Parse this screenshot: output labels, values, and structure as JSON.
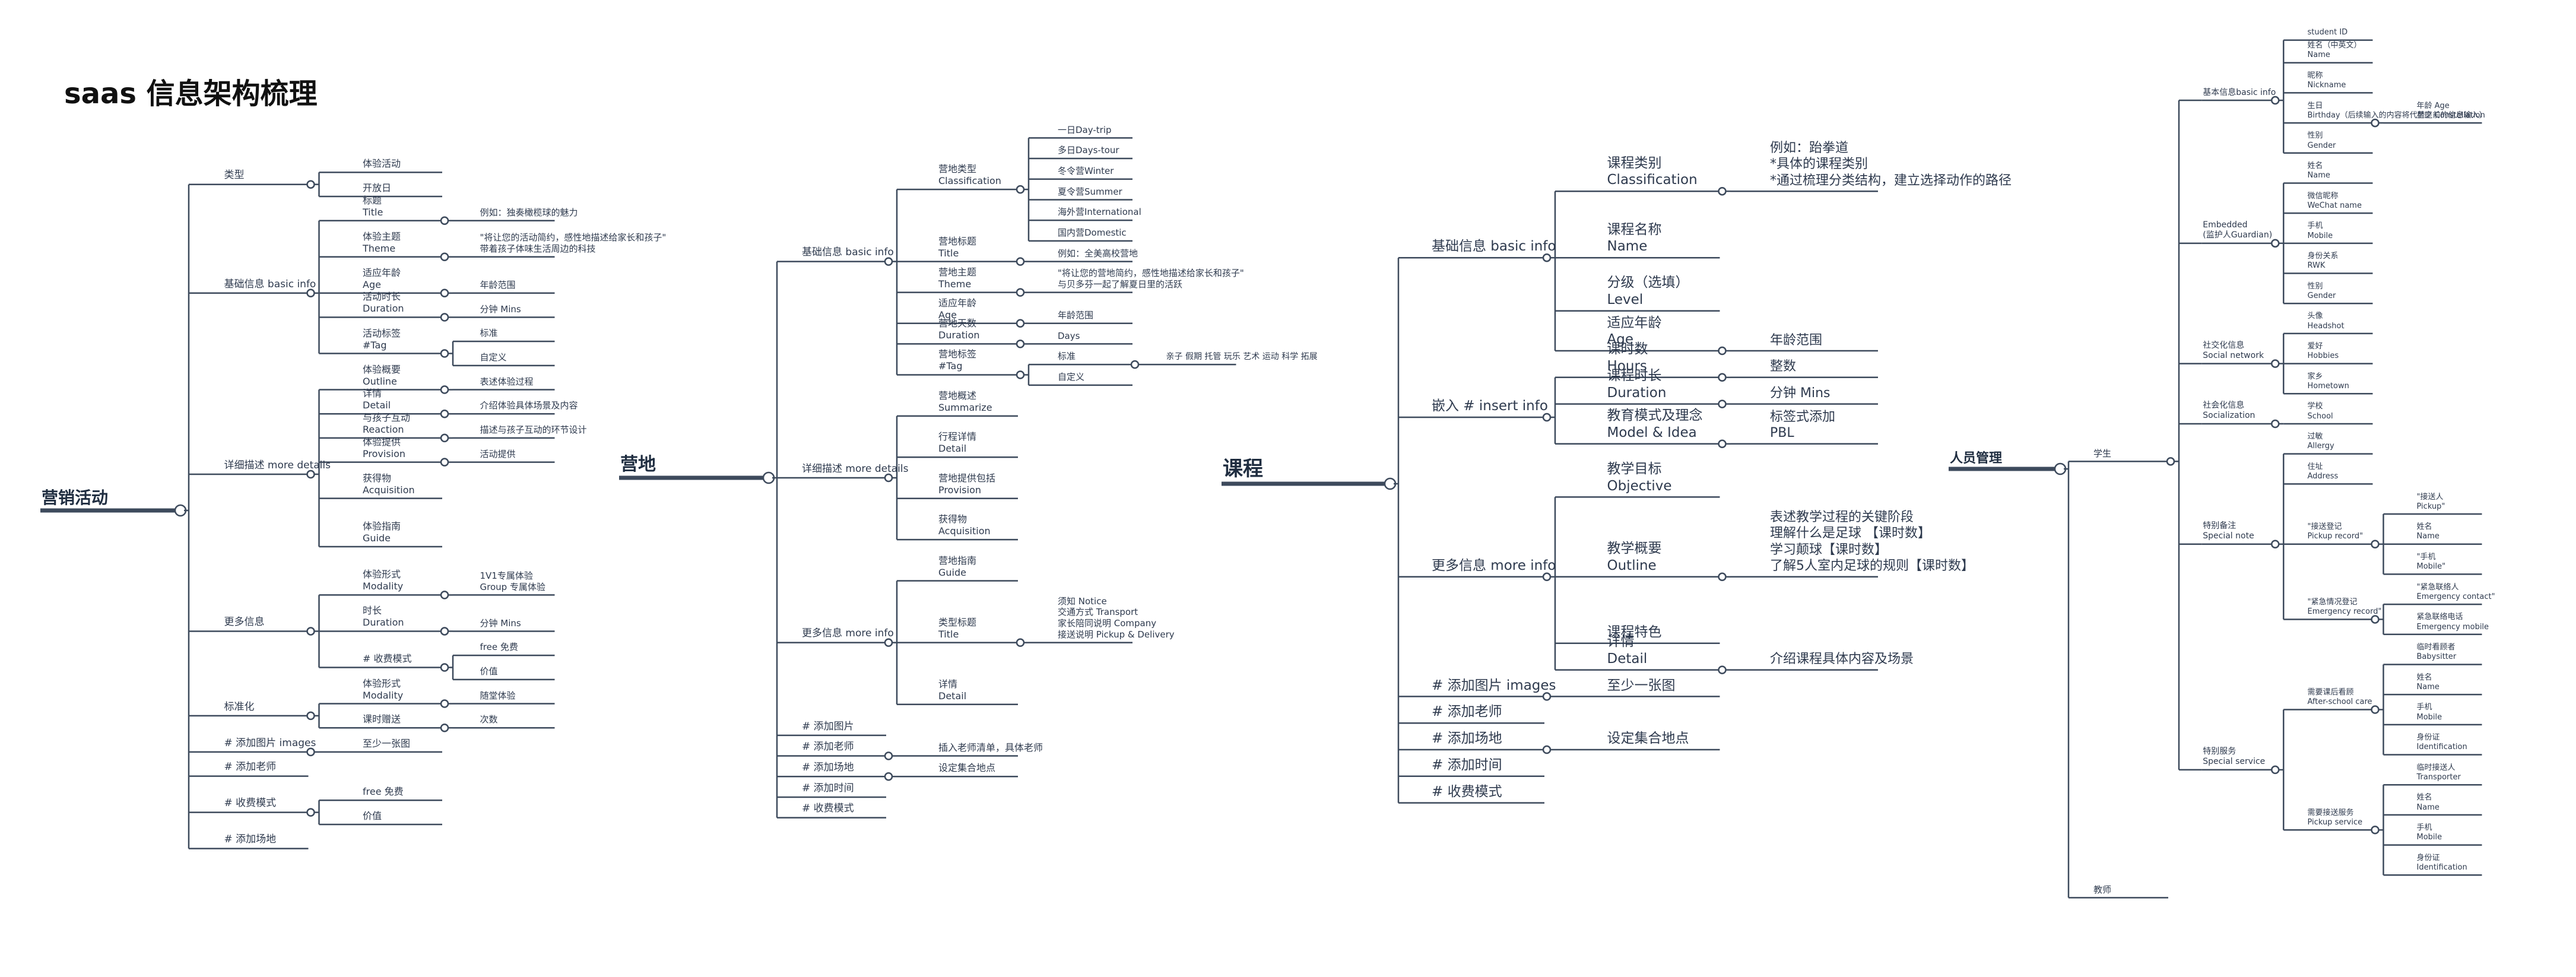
{
  "title": "saas 信息架构梳理",
  "colors": {
    "text": "#2e3a4e",
    "line": "#3d4a5c",
    "title": "#111111"
  },
  "maps": [
    {
      "name": "marketing",
      "root": "营销活动",
      "branches": [
        {
          "label": "类型",
          "children": [
            {
              "label": "体验活动"
            },
            {
              "label": "开放日"
            }
          ]
        },
        {
          "label": "基础信息 basic info",
          "children": [
            {
              "label": "标题\nTitle",
              "children": [
                {
                  "label": "例如：独奏橄榄球的魅力"
                }
              ]
            },
            {
              "label": "体验主题\nTheme",
              "children": [
                {
                  "label": "\"将让您的活动简约，感性地描述给家长和孩子\"\n带着孩子体味生活周边的科技"
                }
              ]
            },
            {
              "label": "适应年龄\nAge",
              "children": [
                {
                  "label": "年龄范围"
                }
              ]
            },
            {
              "label": "活动时长\nDuration",
              "children": [
                {
                  "label": "分钟 Mins"
                }
              ]
            },
            {
              "label": "活动标签\n#Tag",
              "children": [
                {
                  "label": "标准"
                },
                {
                  "label": "自定义"
                }
              ]
            }
          ]
        },
        {
          "label": "详细描述 more details",
          "children": [
            {
              "label": "体验概要\nOutline",
              "children": [
                {
                  "label": "表述体验过程"
                }
              ]
            },
            {
              "label": "详情\nDetail",
              "children": [
                {
                  "label": "介绍体验具体场景及内容"
                }
              ]
            },
            {
              "label": "与孩子互动\nReaction",
              "children": [
                {
                  "label": "描述与孩子互动的环节设计"
                }
              ]
            },
            {
              "label": "体验提供\nProvision",
              "children": [
                {
                  "label": "活动提供"
                }
              ]
            },
            {
              "label": "获得物\nAcquisition"
            },
            {
              "label": "体验指南\nGuide"
            }
          ]
        },
        {
          "label": "更多信息",
          "children": [
            {
              "label": "体验形式\nModality",
              "children": [
                {
                  "label": "1V1专属体验\nGroup 专属体验"
                }
              ]
            },
            {
              "label": "时长\nDuration",
              "children": [
                {
                  "label": "分钟 Mins"
                }
              ]
            },
            {
              "label": "# 收费模式",
              "children": [
                {
                  "label": "free 免费"
                },
                {
                  "label": "价值"
                }
              ]
            }
          ]
        },
        {
          "label": "标准化",
          "children": [
            {
              "label": "体验形式\nModality",
              "children": [
                {
                  "label": "随堂体验"
                }
              ]
            },
            {
              "label": "课时赠送",
              "children": [
                {
                  "label": "次数"
                }
              ]
            }
          ]
        },
        {
          "label": "# 添加图片 images",
          "children": [
            {
              "label": "至少一张图"
            }
          ]
        },
        {
          "label": "# 添加老师"
        },
        {
          "label": "# 收费模式",
          "children": [
            {
              "label": "free 免费"
            },
            {
              "label": "价值"
            }
          ]
        },
        {
          "label": "# 添加场地"
        }
      ]
    },
    {
      "name": "camp",
      "root": "营地",
      "branches": [
        {
          "label": "基础信息 basic info",
          "children": [
            {
              "label": "营地类型\nClassification",
              "children": [
                {
                  "label": "一日Day-trip"
                },
                {
                  "label": "多日Days-tour"
                },
                {
                  "label": "冬令营Winter"
                },
                {
                  "label": "夏令营Summer"
                },
                {
                  "label": "海外营International"
                },
                {
                  "label": "国内营Domestic"
                }
              ]
            },
            {
              "label": "营地标题\nTitle",
              "children": [
                {
                  "label": "例如：全美高校营地"
                }
              ]
            },
            {
              "label": "营地主题\nTheme",
              "children": [
                {
                  "label": "\"将让您的营地简约，感性地描述给家长和孩子\"\n与贝多芬一起了解夏日里的活跃"
                }
              ]
            },
            {
              "label": "适应年龄\nAge",
              "children": [
                {
                  "label": "年龄范围"
                }
              ]
            },
            {
              "label": "营地天数\nDuration",
              "children": [
                {
                  "label": "Days"
                }
              ]
            },
            {
              "label": "营地标签\n#Tag",
              "children": [
                {
                  "label": "标准",
                  "children": [
                    {
                      "label": "亲子 假期 托管 玩乐 艺术 运动 科学 拓展"
                    }
                  ]
                },
                {
                  "label": "自定义"
                }
              ]
            }
          ]
        },
        {
          "label": "详细描述 more details",
          "children": [
            {
              "label": "营地概述\nSummarize"
            },
            {
              "label": "行程详情\nDetail"
            },
            {
              "label": "营地提供包括\nProvision"
            },
            {
              "label": "获得物\nAcquisition"
            }
          ]
        },
        {
          "label": "更多信息 more info",
          "children": [
            {
              "label": "营地指南\nGuide"
            },
            {
              "label": "类型标题\nTitle",
              "children": [
                {
                  "label": "须知 Notice\n交通方式 Transport\n家长陪同说明 Company\n接送说明 Pickup & Delivery"
                }
              ]
            },
            {
              "label": "详情\nDetail"
            }
          ]
        },
        {
          "label": "# 添加图片"
        },
        {
          "label": "# 添加老师",
          "children": [
            {
              "label": "插入老师清单，具体老师"
            }
          ]
        },
        {
          "label": "# 添加场地",
          "children": [
            {
              "label": "设定集合地点"
            }
          ]
        },
        {
          "label": "# 添加时间"
        },
        {
          "label": "# 收费模式"
        }
      ]
    },
    {
      "name": "course",
      "root": "课程",
      "branches": [
        {
          "label": "基础信息 basic info",
          "children": [
            {
              "label": "课程类别\nClassification",
              "children": [
                {
                  "label": "例如：跆拳道\n*具体的课程类别\n*通过梳理分类结构，建立选择动作的路径"
                }
              ]
            },
            {
              "label": "课程名称\nName"
            },
            {
              "label": "分级（选填）\nLevel"
            },
            {
              "label": "适应年龄\nAge",
              "children": [
                {
                  "label": "年龄范围"
                }
              ]
            }
          ]
        },
        {
          "label": "嵌入 # insert info",
          "children": [
            {
              "label": "课时数\nHours",
              "children": [
                {
                  "label": "整数"
                }
              ]
            },
            {
              "label": "课程时长\nDuration",
              "children": [
                {
                  "label": "分钟 Mins"
                }
              ]
            },
            {
              "label": "教育模式及理念\nModel & Idea",
              "children": [
                {
                  "label": "标签式添加\nPBL"
                }
              ]
            }
          ]
        },
        {
          "label": "更多信息 more info",
          "children": [
            {
              "label": "教学目标\nObjective"
            },
            {
              "label": "教学概要\nOutline",
              "children": [
                {
                  "label": "表述教学过程的关键阶段\n理解什么是足球 【课时数】\n学习颠球【课时数】\n了解5人室内足球的规则【课时数】"
                }
              ]
            },
            {
              "label": "课程特色"
            },
            {
              "label": "详情\nDetail",
              "children": [
                {
                  "label": "介绍课程具体内容及场景"
                }
              ]
            }
          ]
        },
        {
          "label": "# 添加图片 images",
          "children": [
            {
              "label": "至少一张图"
            }
          ]
        },
        {
          "label": "# 添加老师"
        },
        {
          "label": "# 添加场地",
          "children": [
            {
              "label": "设定集合地点"
            }
          ]
        },
        {
          "label": "# 添加时间"
        },
        {
          "label": "# 收费模式"
        }
      ]
    },
    {
      "name": "personnel",
      "root": "人员管理",
      "branches": [
        {
          "label": "学生",
          "children": [
            {
              "label": "基本信息basic info",
              "children": [
                {
                  "label": "student ID"
                },
                {
                  "label": "姓名（中英文）\nName"
                },
                {
                  "label": "昵称\nNickname"
                },
                {
                  "label": "生日\nBirthday（后续输入的内容将代替之前的信息输入）",
                  "children": [
                    {
                      "label": "年龄 Age\n星座 Constellation"
                    }
                  ]
                },
                {
                  "label": "性别\nGender"
                }
              ]
            },
            {
              "label": "Embedded\n(监护人Guardian)",
              "children": [
                {
                  "label": "姓名\nName"
                },
                {
                  "label": "微信昵称\nWeChat name"
                },
                {
                  "label": "手机\nMobile"
                },
                {
                  "label": "身份关系\nRWK"
                },
                {
                  "label": "性别\nGender"
                }
              ]
            },
            {
              "label": "社交化信息\nSocial network",
              "children": [
                {
                  "label": "头像\nHeadshot"
                },
                {
                  "label": "爱好\nHobbies"
                },
                {
                  "label": "家乡\nHometown"
                }
              ]
            },
            {
              "label": "社会化信息\nSocialization",
              "children": [
                {
                  "label": "学校\nSchool"
                }
              ]
            },
            {
              "label": "特别备注\nSpecial note",
              "children": [
                {
                  "label": "过敏\nAllergy"
                },
                {
                  "label": "住址\nAddress"
                },
                {
                  "label": "\"接送登记\nPickup record\"",
                  "children": [
                    {
                      "label": "\"接送人\nPickup\""
                    },
                    {
                      "label": "姓名\nName"
                    },
                    {
                      "label": "\"手机\nMobile\""
                    }
                  ]
                },
                {
                  "label": "\"紧急情况登记\nEmergency record\"",
                  "children": [
                    {
                      "label": "\"紧急联络人\nEmergency contact\""
                    },
                    {
                      "label": "紧急联络电话\nEmergency mobile"
                    }
                  ]
                }
              ]
            },
            {
              "label": "特别服务\nSpecial service",
              "children": [
                {
                  "label": "需要课后看顾\nAfter-school care",
                  "children": [
                    {
                      "label": "临时看顾者\nBabysitter"
                    },
                    {
                      "label": "姓名\nName"
                    },
                    {
                      "label": "手机\nMobile"
                    },
                    {
                      "label": "身份证\nIdentification"
                    }
                  ]
                },
                {
                  "label": "需要接送服务\nPickup service",
                  "children": [
                    {
                      "label": "临时接送人\nTransporter"
                    },
                    {
                      "label": "姓名\nName"
                    },
                    {
                      "label": "手机\nMobile"
                    },
                    {
                      "label": "身份证\nIdentification"
                    }
                  ]
                }
              ]
            }
          ]
        },
        {
          "label": "教师"
        }
      ]
    }
  ]
}
